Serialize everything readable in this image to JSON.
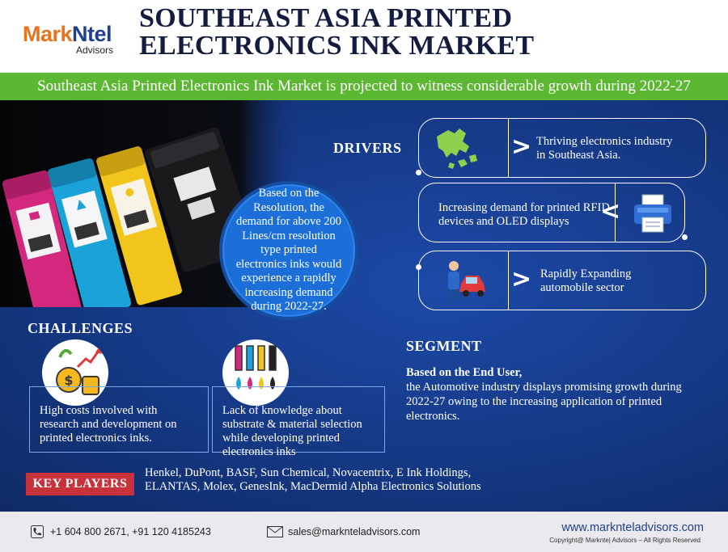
{
  "header": {
    "logo_part1": "Mark",
    "logo_part2": "Ntel",
    "logo_sub": "Advisors",
    "title_line1": "SOUTHEAST ASIA PRINTED",
    "title_line2": "ELECTRONICS INK MARKET"
  },
  "banner": "Southeast Asia Printed Electronics Ink Market is projected to witness considerable growth during 2022-27",
  "highlight": "Based on the Resolution, the demand for above 200 Lines/cm resolution type printed electronics inks would experience a rapidly increasing demand during 2022-27.",
  "drivers": {
    "heading": "DRIVERS",
    "items": [
      {
        "text": "Thriving electronics industry in Southeast Asia.",
        "icon": "southeast-asia-map-icon"
      },
      {
        "text": "Increasing demand for printed RFID devices and OLED displays",
        "icon": "printer-icon"
      },
      {
        "text": "Rapidly Expanding automobile sector",
        "icon": "mechanic-car-icon"
      }
    ]
  },
  "challenges": {
    "heading": "CHALLENGES",
    "items": [
      {
        "text": "High costs involved with research and development on printed electronics inks.",
        "icon": "cost-growth-icon"
      },
      {
        "text": "Lack of knowledge about substrate & material selection while developing printed electronics inks",
        "icon": "ink-tubes-icon"
      }
    ]
  },
  "segment": {
    "heading": "SEGMENT",
    "lead": "Based on the End User,",
    "body": "the Automotive industry displays promising growth during 2022-27 owing to the increasing application of printed electronics."
  },
  "key_players": {
    "label": "KEY PLAYERS",
    "text": "Henkel, DuPont, BASF, Sun Chemical, Novacentrix, E Ink Holdings, ELANTAS, Molex, GenesInk, MacDermid Alpha Electronics Solutions"
  },
  "footer": {
    "phone": "+1 604 800 2671, +91 120 4185243",
    "email": "sales@marknteladvisors.com",
    "website": "www.marknteladvisors.com",
    "copyright": "Copyright@ Marknte| Advisors – All Rights Reserved"
  },
  "colors": {
    "brand_orange": "#e8731e",
    "brand_blue": "#1f3f8f",
    "banner_green": "#5cb833",
    "main_blue": "#173d8e",
    "accent_red": "#c8323a"
  }
}
